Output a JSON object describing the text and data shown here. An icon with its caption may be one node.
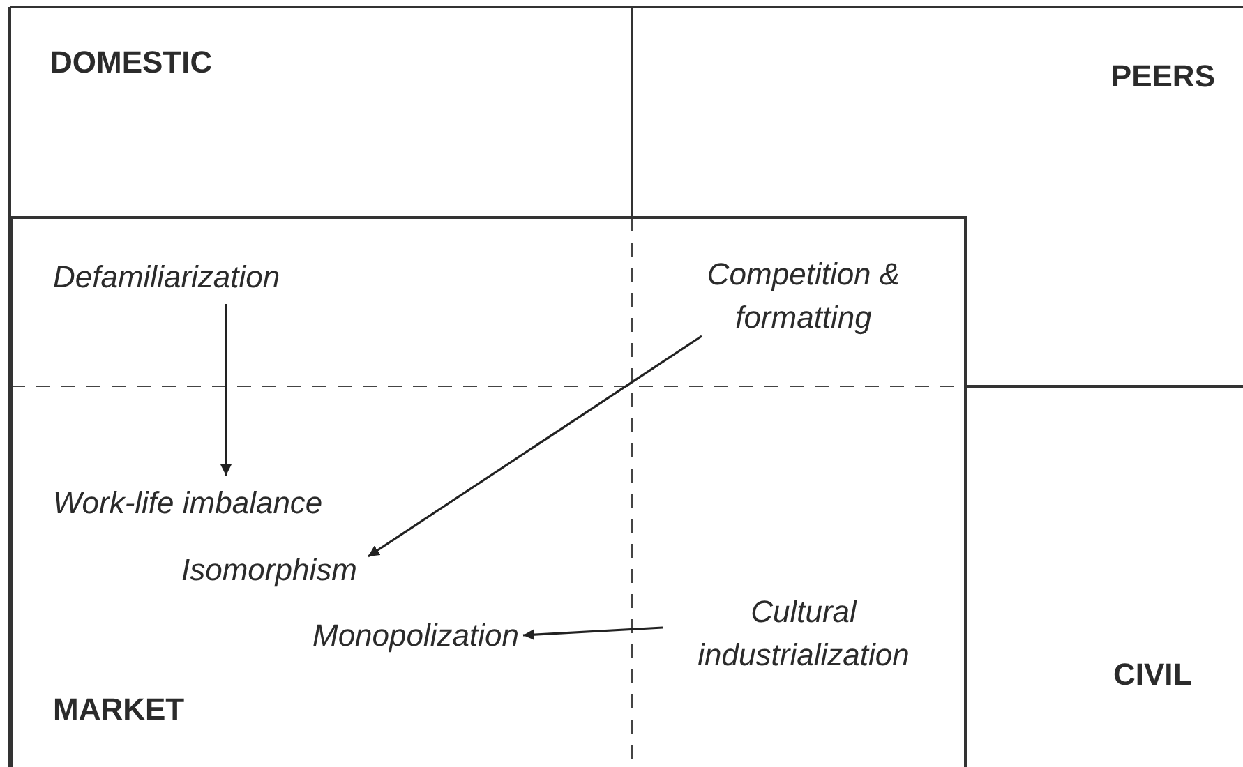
{
  "diagram": {
    "nodes": [
      {
        "text": [
          "MARKET"
        ]
      },
      {
        "text": [
          "Defamiliarization"
        ],
        "in": 0
      },
      {
        "text": [
          "Competition & formatting"
        ],
        "in": 0
      },
      {
        "text": [
          "Work-life imbalance"
        ],
        "in": 0
      },
      {
        "text": [
          "Isomorphism"
        ],
        "in": 0
      },
      {
        "text": [
          "Monopolization"
        ],
        "in": 0
      },
      {
        "text": [
          "Cultural industrialization"
        ],
        "in": 0
      }
    ],
    "edges": [
      {
        "from": 1,
        "to": 3,
        "arrow": "to"
      },
      {
        "from": 2,
        "to": 4,
        "arrow": "to"
      },
      {
        "from": 6,
        "to": 5,
        "arrow": "to"
      }
    ],
    "labels": [
      "DOMESTIC",
      "PEERS",
      "CIVIL"
    ]
  }
}
